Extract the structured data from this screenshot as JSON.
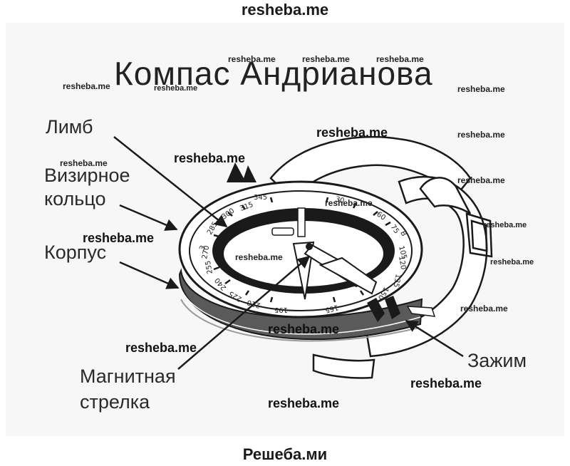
{
  "header": {
    "site": "resheba.me"
  },
  "footer": {
    "site": "Решеба.ми"
  },
  "diagram": {
    "title": "Компас Андрианова",
    "labels": {
      "limb": "Лимб",
      "sighting_ring_line1": "Визирное",
      "sighting_ring_line2": "кольцо",
      "body": "Корпус",
      "needle_line1": "Магнитная",
      "needle_line2": "стрелка",
      "clamp": "Зажим"
    },
    "dial_numbers": [
      "345",
      "315",
      "300",
      "285",
      "270",
      "255",
      "240",
      "225",
      "210",
      "195",
      "165",
      "150",
      "135",
      "120",
      "105",
      "75",
      "60",
      "30"
    ],
    "dial_letters": [
      "З",
      "В"
    ]
  },
  "watermarks": {
    "small": "resheba.me",
    "large": "resheba.me"
  }
}
